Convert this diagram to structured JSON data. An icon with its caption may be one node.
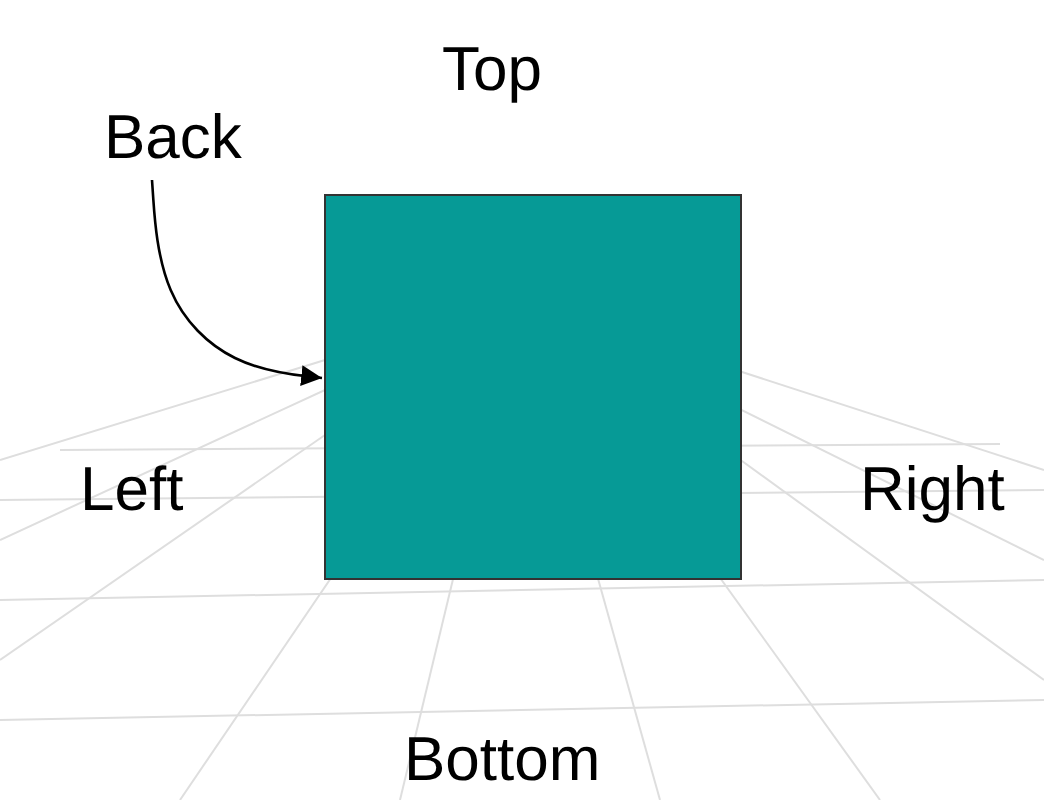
{
  "diagram": {
    "nodes": [
      {
        "text": [
          "Back"
        ]
      },
      {
        "text": [],
        "shape": "box"
      }
    ],
    "edges": [
      {
        "from": 0,
        "to": 1,
        "arrow": "to"
      }
    ],
    "labels": [
      "Top",
      "Left",
      "Right",
      "Bottom"
    ]
  }
}
